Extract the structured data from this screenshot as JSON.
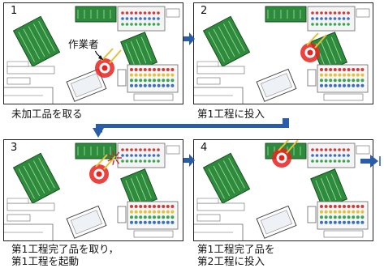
{
  "panels": [
    {
      "number": "1",
      "caption_lines": [
        "未加工品を取る"
      ],
      "worker_label": "作業者",
      "worker_position": "left",
      "work_marks": false
    },
    {
      "number": "2",
      "caption_lines": [
        "第1工程に投入"
      ],
      "worker_position": "mid",
      "work_marks": false
    },
    {
      "number": "3",
      "caption_lines": [
        "第1工程完了品を取り，",
        "第1工程を起動"
      ],
      "worker_position": "mid-low",
      "work_marks": true
    },
    {
      "number": "4",
      "caption_lines": [
        "第1工程完了品を",
        "第2工程に投入"
      ],
      "worker_position": "top",
      "work_marks": false
    }
  ],
  "colors": {
    "machine_green": "#2e8b3c",
    "worker_red": "#e8231e",
    "flow_arrow_blue": "#2a5ca8",
    "rack_green": "#3aa655",
    "rack_blue": "#3b6fc4",
    "rack_red": "#d23a3a",
    "rack_yellow": "#e2c23a",
    "outline_gray": "#666666"
  }
}
